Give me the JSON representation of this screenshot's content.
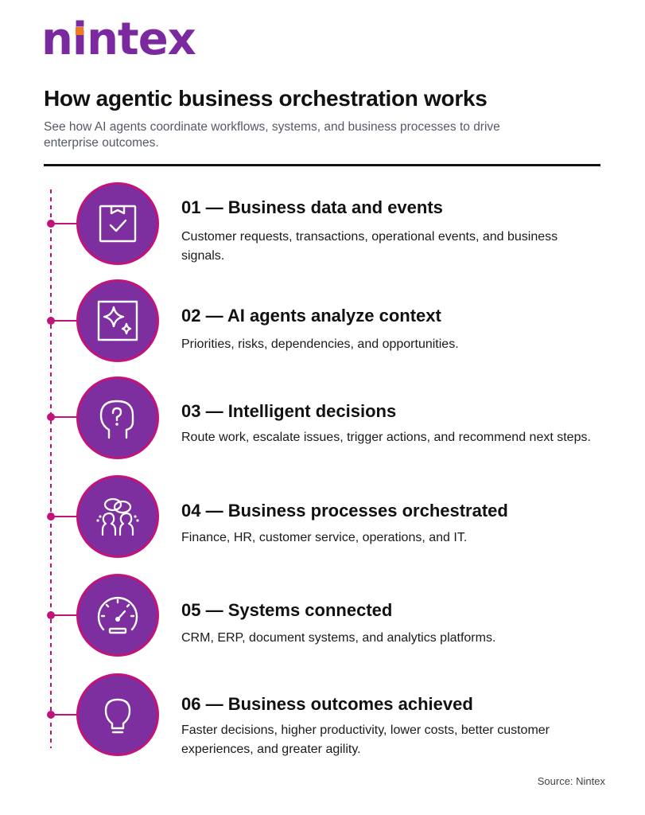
{
  "brand": {
    "logo_text": "nintex",
    "colors": {
      "purple": "#7d2e9f",
      "magenta": "#c0147a",
      "orange": "#f47a20"
    }
  },
  "header": {
    "title": "How agentic business orchestration works",
    "subtitle": "See how AI agents coordinate workflows, systems, and business processes to drive enterprise outcomes."
  },
  "steps": [
    {
      "title": "01 — Business data and events",
      "description": "Customer requests, transactions, operational events, and business signals.",
      "icon": "package-check-icon"
    },
    {
      "title": "02 — AI agents analyze context",
      "description": "Priorities, risks, dependencies, and opportunities.",
      "icon": "sparkle-icon"
    },
    {
      "title": "03 — Intelligent decisions",
      "description": "Route work, escalate issues, trigger actions, and recommend next steps.",
      "icon": "head-question-icon"
    },
    {
      "title": "04 — Business processes orchestrated",
      "description": "Finance, HR, customer service, operations, and IT.",
      "icon": "people-discussion-icon"
    },
    {
      "title": "05 — Systems connected",
      "description": "CRM, ERP, document systems, and analytics platforms.",
      "icon": "gauge-icon"
    },
    {
      "title": "06 — Business outcomes achieved",
      "description": "Faster decisions, higher productivity, lower costs, better customer experiences, and greater agility.",
      "icon": "lightbulb-icon"
    }
  ],
  "footer": {
    "source": "Source: Nintex"
  }
}
